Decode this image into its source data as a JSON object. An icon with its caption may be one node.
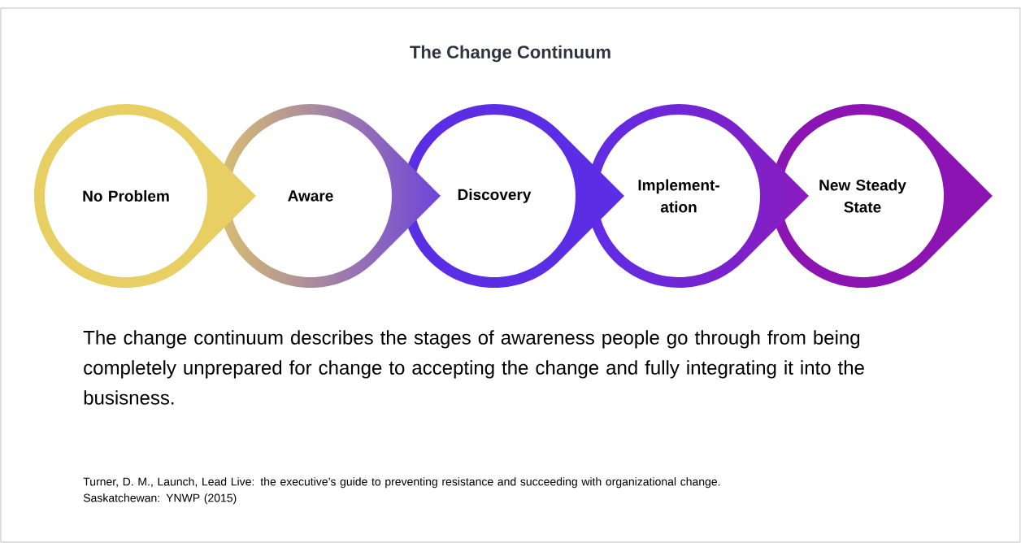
{
  "diagram": {
    "title": "The Change Continuum",
    "nodes": [
      {
        "text": [
          "No Problem"
        ]
      },
      {
        "text": [
          "Aware"
        ]
      },
      {
        "text": [
          "Discovery"
        ]
      },
      {
        "text": [
          "Implement-ation"
        ]
      },
      {
        "text": [
          "New Steady State"
        ]
      }
    ],
    "caption": "The change continuum describes the stages of awareness people go through from being completely unprepared for change to accepting the change and fully integrating it into the busisness.",
    "labels": [
      "Turner, D. M., Launch, Lead Live: the executive’s guide to preventing resistance and succeeding with organizational change. Saskatchewan: YNWP (2015)"
    ]
  }
}
